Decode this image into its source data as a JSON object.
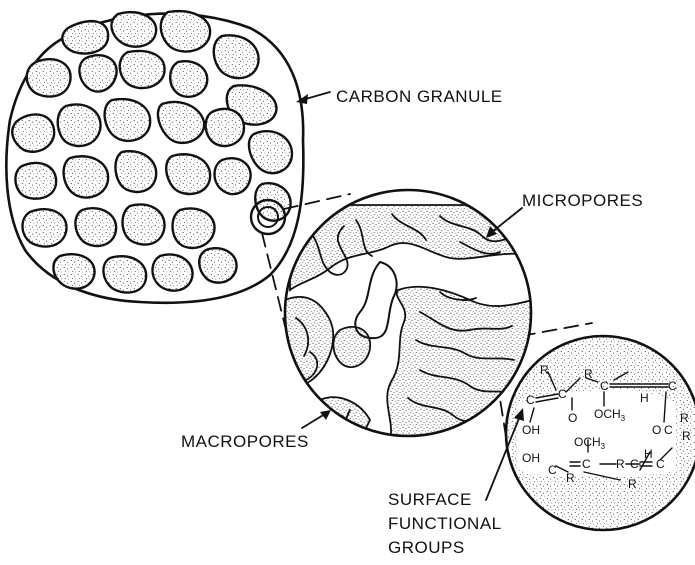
{
  "labels": {
    "carbon_granule": "CARBON GRANULE",
    "micropores": "MICROPORES",
    "macropores": "MACROPORES",
    "surface_line1": "SURFACE",
    "surface_line2": "FUNCTIONAL",
    "surface_line3": "GROUPS"
  },
  "chemistry": {
    "r": "R",
    "c": "C",
    "o": "O",
    "h": "H",
    "oh": "OH",
    "och3": "OCH",
    "sub3": "3"
  }
}
